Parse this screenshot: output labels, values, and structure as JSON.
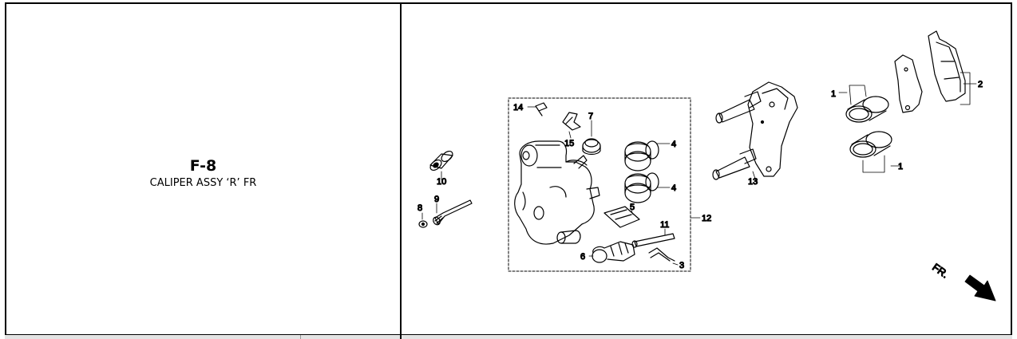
{
  "figure": {
    "code": "F-8",
    "name": "CALIPER ASSY ‘R’ FR"
  },
  "callouts": [
    "14",
    "7",
    "15",
    "4",
    "4",
    "5",
    "11",
    "12",
    "6",
    "3",
    "10",
    "9",
    "8",
    "13",
    "1",
    "1",
    "2"
  ],
  "direction_label": "FR.",
  "icons": {
    "direction": "arrow-right-down-icon"
  }
}
